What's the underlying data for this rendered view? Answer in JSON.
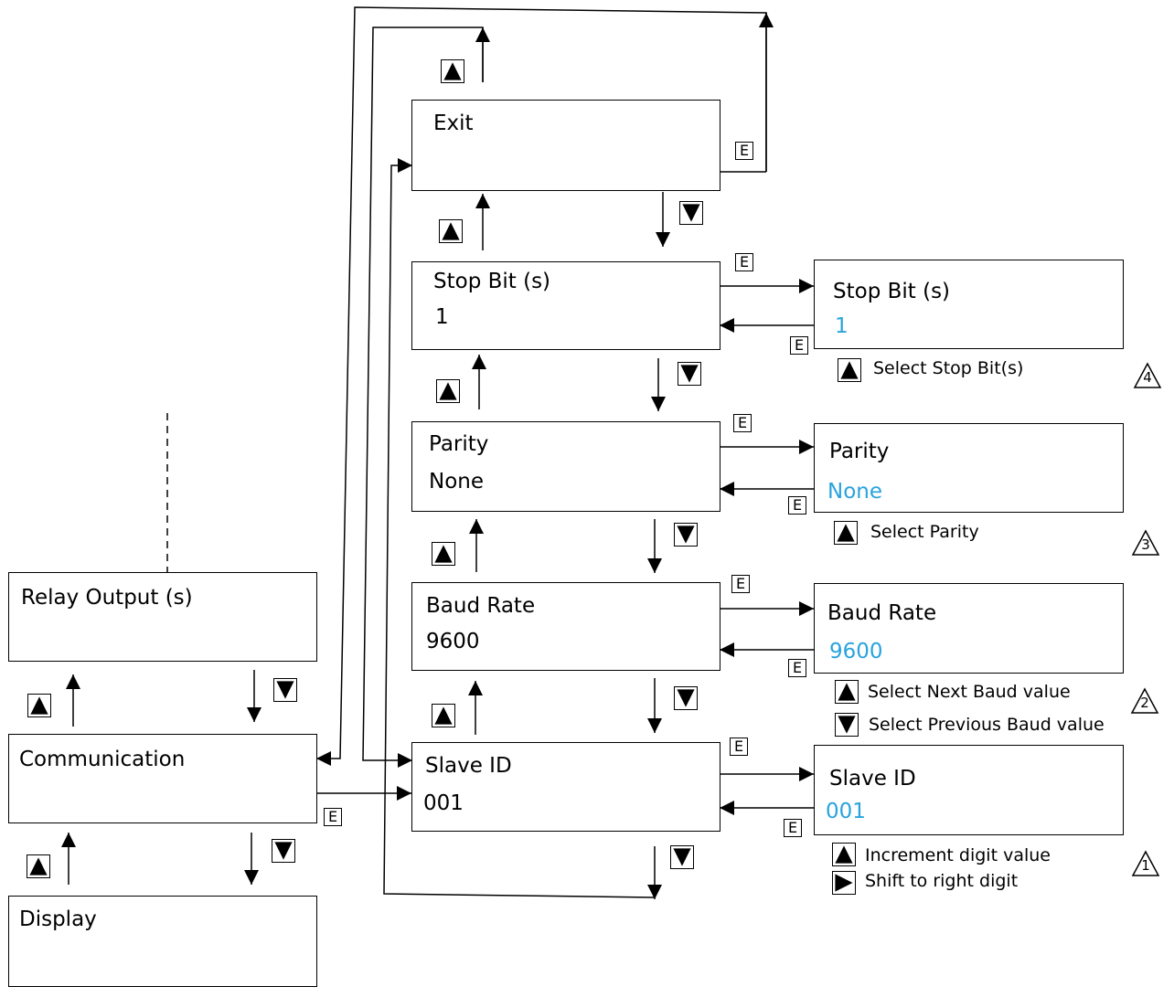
{
  "left_menu": {
    "relay_output": "Relay Output (s)",
    "communication": "Communication",
    "display": "Display"
  },
  "menu": {
    "exit": "Exit",
    "stop_bit": {
      "label": "Stop Bit (s)",
      "value": "1"
    },
    "parity": {
      "label": "Parity",
      "value": "None"
    },
    "baud_rate": {
      "label": "Baud Rate",
      "value": "9600"
    },
    "slave_id": {
      "label": "Slave ID",
      "value": "001"
    }
  },
  "edit": {
    "stop_bit": {
      "label": "Stop Bit (s)",
      "value": "1",
      "notes": [
        "Select Stop Bit(s)"
      ],
      "step": "4"
    },
    "parity": {
      "label": "Parity",
      "value": "None",
      "notes": [
        "Select Parity"
      ],
      "step": "3"
    },
    "baud_rate": {
      "label": "Baud Rate",
      "value": "9600",
      "notes": [
        "Select Next Baud value",
        "Select Previous Baud value"
      ],
      "step": "2"
    },
    "slave_id": {
      "label": "Slave ID",
      "value": "001",
      "notes": [
        "Increment digit value",
        "Shift to right digit"
      ],
      "step": "1"
    }
  },
  "keys": {
    "enter": "E",
    "up": "up-key-icon",
    "down": "down-key-icon",
    "right": "right-key-icon"
  },
  "colors": {
    "value_edit": "#29a3dc",
    "line": "#000000"
  }
}
